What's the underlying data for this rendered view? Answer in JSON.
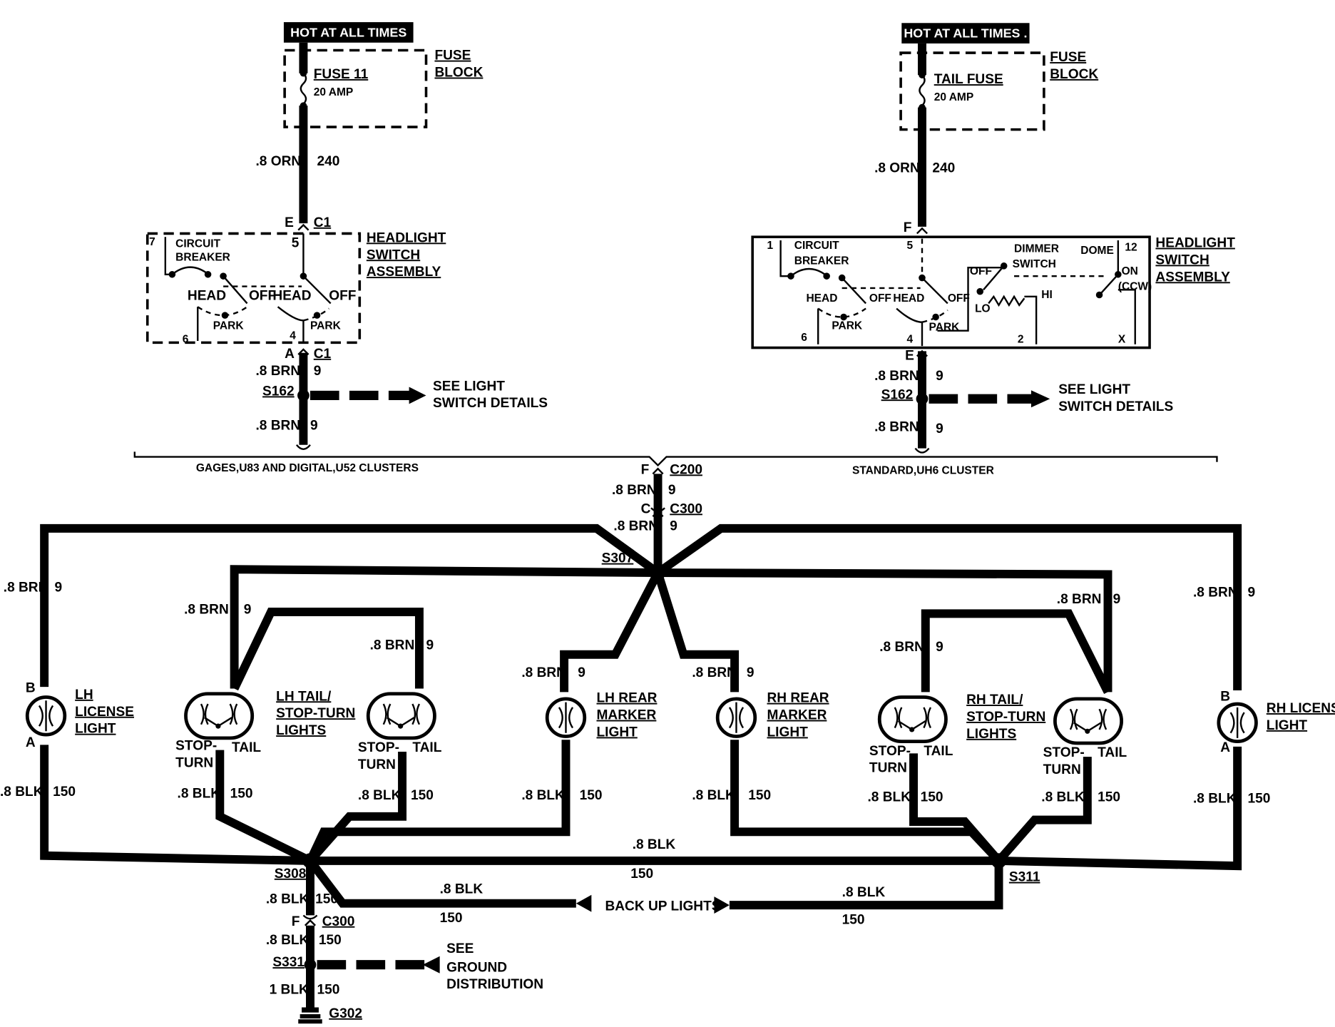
{
  "left": {
    "hot_tag": "HOT AT ALL TIMES",
    "fuse_name": "FUSE 11",
    "fuse_rating": "20 AMP",
    "fuse_block": [
      "FUSE",
      "BLOCK"
    ],
    "wire_top": {
      "size": ".8 ORN",
      "circuit": "240"
    },
    "conn_top": {
      "pin": "E",
      "name": "C1"
    },
    "switch_label": [
      "HEADLIGHT",
      "SWITCH",
      "ASSEMBLY"
    ],
    "circuit_breaker": [
      "CIRCUIT",
      "BREAKER"
    ],
    "pins": {
      "p7": "7",
      "p5": "5",
      "p6": "6",
      "p4": "4"
    },
    "head1": "HEAD",
    "off1": "OFF",
    "park1": "PARK",
    "head2": "HEAD",
    "off2": "OFF",
    "park2": "PARK",
    "conn_bottom": {
      "pin": "A",
      "name": "C1"
    },
    "wire_mid": {
      "size": ".8 BRN",
      "circuit": "9"
    },
    "splice": "S162",
    "see_details": [
      "SEE LIGHT",
      "SWITCH DETAILS"
    ],
    "wire_low": {
      "size": ".8 BRN",
      "circuit": "9"
    }
  },
  "right": {
    "hot_tag": "HOT AT ALL TIMES .",
    "fuse_name": "TAIL FUSE",
    "fuse_rating": "20 AMP",
    "fuse_block": [
      "FUSE",
      "BLOCK"
    ],
    "wire_top": {
      "size": ".8 ORN",
      "circuit": "240"
    },
    "conn_top_pin": "F",
    "switch_label": [
      "HEADLIGHT",
      "SWITCH",
      "ASSEMBLY"
    ],
    "circuit_breaker": [
      "CIRCUIT",
      "BREAKER"
    ],
    "dimmer": [
      "DIMMER",
      "SWITCH"
    ],
    "dome": "DOME",
    "on": "ON",
    "ccw": "(CCW)",
    "off_dimmer": "OFF",
    "lo": "LO",
    "hi": "HI",
    "pins": {
      "p1": "1",
      "p5": "5",
      "p12": "12",
      "p6": "6",
      "p4": "4",
      "p2": "2",
      "px": "X"
    },
    "head1": "HEAD",
    "off1": "OFF",
    "park1": "PARK",
    "head2": "HEAD",
    "off2": "OFF",
    "park2": "PARK",
    "conn_bottom_pin": "E",
    "wire_mid": {
      "size": ".8 BRN",
      "circuit": "9"
    },
    "splice": "S162",
    "see_details": [
      "SEE LIGHT",
      "SWITCH DETAILS"
    ],
    "wire_low": {
      "size": ".8 BRN",
      "circuit": "9"
    }
  },
  "cluster_left": "GAGES,U83 AND DIGITAL,U52 CLUSTERS",
  "cluster_right": "STANDARD,UH6 CLUSTER",
  "center": {
    "c200": {
      "pin": "F",
      "name": "C200"
    },
    "wire_a": {
      "size": ".8 BRN",
      "circuit": "9"
    },
    "c300": {
      "pin": "C",
      "name": "C300"
    },
    "wire_b": {
      "size": ".8 BRN",
      "circuit": "9"
    },
    "splice": "S307"
  },
  "lamps": {
    "lh_license": {
      "label": [
        "LH",
        "LICENSE",
        "LIGHT"
      ],
      "pin_b": "B",
      "pin_a": "A",
      "wire_top": {
        "size": ".8 BRN",
        "circuit": "9"
      },
      "wire_bot": {
        "size": ".8 BLK",
        "circuit": "150"
      }
    },
    "lh_tail_label": [
      "LH TAIL/",
      "STOP-TURN",
      "LIGHTS"
    ],
    "lh_tail1": {
      "stop": [
        "STOP-",
        "TURN"
      ],
      "tail": "TAIL",
      "wire_top": {
        "size": ".8 BRN",
        "circuit": "9"
      },
      "wire_bot": {
        "size": ".8 BLK",
        "circuit": "150"
      }
    },
    "lh_tail2": {
      "stop": [
        "STOP-",
        "TURN"
      ],
      "tail": "TAIL",
      "wire_top": {
        "size": ".8 BRN",
        "circuit": "9"
      },
      "wire_bot": {
        "size": ".8 BLK",
        "circuit": "150"
      }
    },
    "lh_marker": {
      "label": [
        "LH REAR",
        "MARKER",
        "LIGHT"
      ],
      "wire_top": {
        "size": ".8 BRN",
        "circuit": "9"
      },
      "wire_bot": {
        "size": ".8 BLK",
        "circuit": "150"
      }
    },
    "rh_marker": {
      "label": [
        "RH REAR",
        "MARKER",
        "LIGHT"
      ],
      "wire_top": {
        "size": ".8 BRN",
        "circuit": "9"
      },
      "wire_bot": {
        "size": ".8 BLK",
        "circuit": "150"
      }
    },
    "rh_tail_label": [
      "RH TAIL/",
      "STOP-TURN",
      "LIGHTS"
    ],
    "rh_tail1": {
      "stop": [
        "STOP-",
        "TURN"
      ],
      "tail": "TAIL",
      "wire_top": {
        "size": ".8 BRN",
        "circuit": "9"
      },
      "wire_bot": {
        "size": ".8 BLK",
        "circuit": "150"
      }
    },
    "rh_tail2": {
      "stop": [
        "STOP-",
        "TURN"
      ],
      "tail": "TAIL",
      "wire_top": {
        "size": ".8 BRN",
        "circuit": "9"
      },
      "wire_bot": {
        "size": ".8 BLK",
        "circuit": "150"
      }
    },
    "rh_license": {
      "label": [
        "RH LICENSE",
        "LIGHT"
      ],
      "pin_b": "B",
      "pin_a": "A",
      "wire_top": {
        "size": ".8 BRN",
        "circuit": "9"
      },
      "wire_bot": {
        "size": ".8 BLK",
        "circuit": "150"
      }
    }
  },
  "ground": {
    "s308": "S308",
    "s311": "S311",
    "bus": {
      "size": ".8 BLK",
      "circuit": "150"
    },
    "backup_left": {
      "size": ".8 BLK",
      "circuit": "150"
    },
    "backup_right": {
      "size": ".8 BLK",
      "circuit": "150"
    },
    "backup_label": "BACK UP LIGHTS",
    "wire1": {
      "size": ".8 BLK",
      "circuit": "150"
    },
    "c300": {
      "pin": "F",
      "name": "C300"
    },
    "wire2": {
      "size": ".8 BLK",
      "circuit": "150"
    },
    "s331": "S331",
    "see_ground": [
      "SEE",
      "GROUND",
      "DISTRIBUTION"
    ],
    "wire3": {
      "size": "1 BLK",
      "circuit": "150"
    },
    "g302": "G302"
  }
}
